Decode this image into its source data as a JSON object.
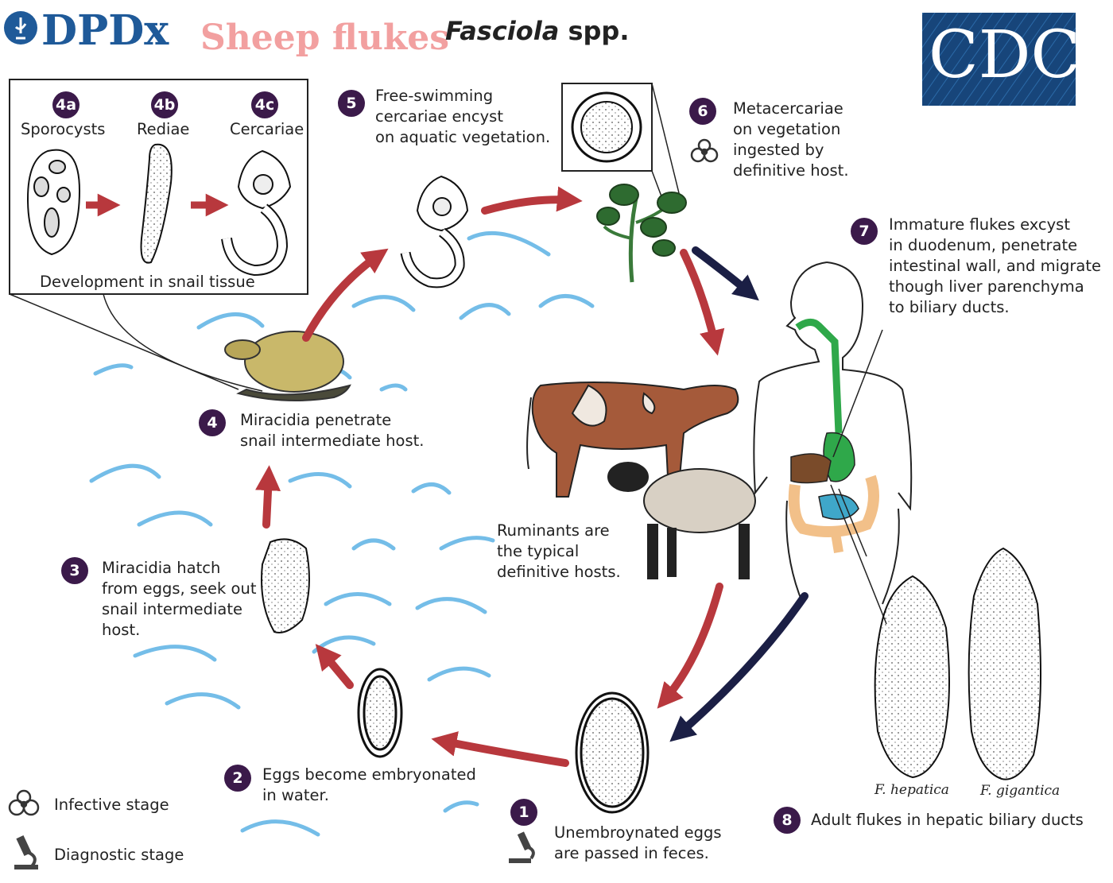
{
  "header": {
    "logo_text": "DPDx",
    "common_name": "Sheep flukes",
    "scientific_name_genus": "Fasciola",
    "scientific_name_suffix": " spp.",
    "cdc_logo_text": "CDC",
    "accent_color": "#f2a0a0",
    "logo_color": "#1f5a99"
  },
  "stages": {
    "s1": {
      "num": "1",
      "line1": "Unembroynated eggs",
      "line2": "are passed in feces."
    },
    "s2": {
      "num": "2",
      "line1": "Eggs become embryonated",
      "line2": "in water."
    },
    "s3": {
      "num": "3",
      "line1": "Miracidia hatch",
      "line2": "from eggs, seek out",
      "line3": "snail intermediate",
      "line4": "host."
    },
    "s4": {
      "num": "4",
      "line1": "Miracidia penetrate",
      "line2": "snail intermediate host."
    },
    "s4a": {
      "num": "4a",
      "label": "Sporocysts"
    },
    "s4b": {
      "num": "4b",
      "label": "Rediae"
    },
    "s4c": {
      "num": "4c",
      "label": "Cercariae"
    },
    "snail_box_caption": "Development in snail tissue",
    "s5": {
      "num": "5",
      "line1": "Free-swimming",
      "line2": "cercariae encyst",
      "line3": "on aquatic vegetation."
    },
    "s6": {
      "num": "6",
      "line1": "Metacercariae",
      "line2": "on vegetation",
      "line3": "ingested by",
      "line4": "definitive host."
    },
    "s7": {
      "num": "7",
      "line1": "Immature flukes excyst",
      "line2": "in duodenum, penetrate",
      "line3": "intestinal wall, and migrate",
      "line4": "though liver parenchyma",
      "line5": "to biliary ducts."
    },
    "s8": {
      "num": "8",
      "label": "Adult flukes in hepatic biliary ducts"
    }
  },
  "ruminants": {
    "line1": "Ruminants are",
    "line2": "the typical",
    "line3": "definitive hosts."
  },
  "species": {
    "left": "F. hepatica",
    "right": "F. gigantica"
  },
  "legend": {
    "infective": "Infective stage",
    "diagnostic": "Diagnostic stage"
  },
  "colors": {
    "badge": "#3b1a4a",
    "red_arrow": "#b8383d",
    "navy_arrow": "#1b1f45",
    "water": "#74bde8",
    "plant": "#3a7a3a",
    "digestive": "#2fa84a"
  },
  "icons": [
    "biohazard-icon",
    "microscope-icon"
  ]
}
